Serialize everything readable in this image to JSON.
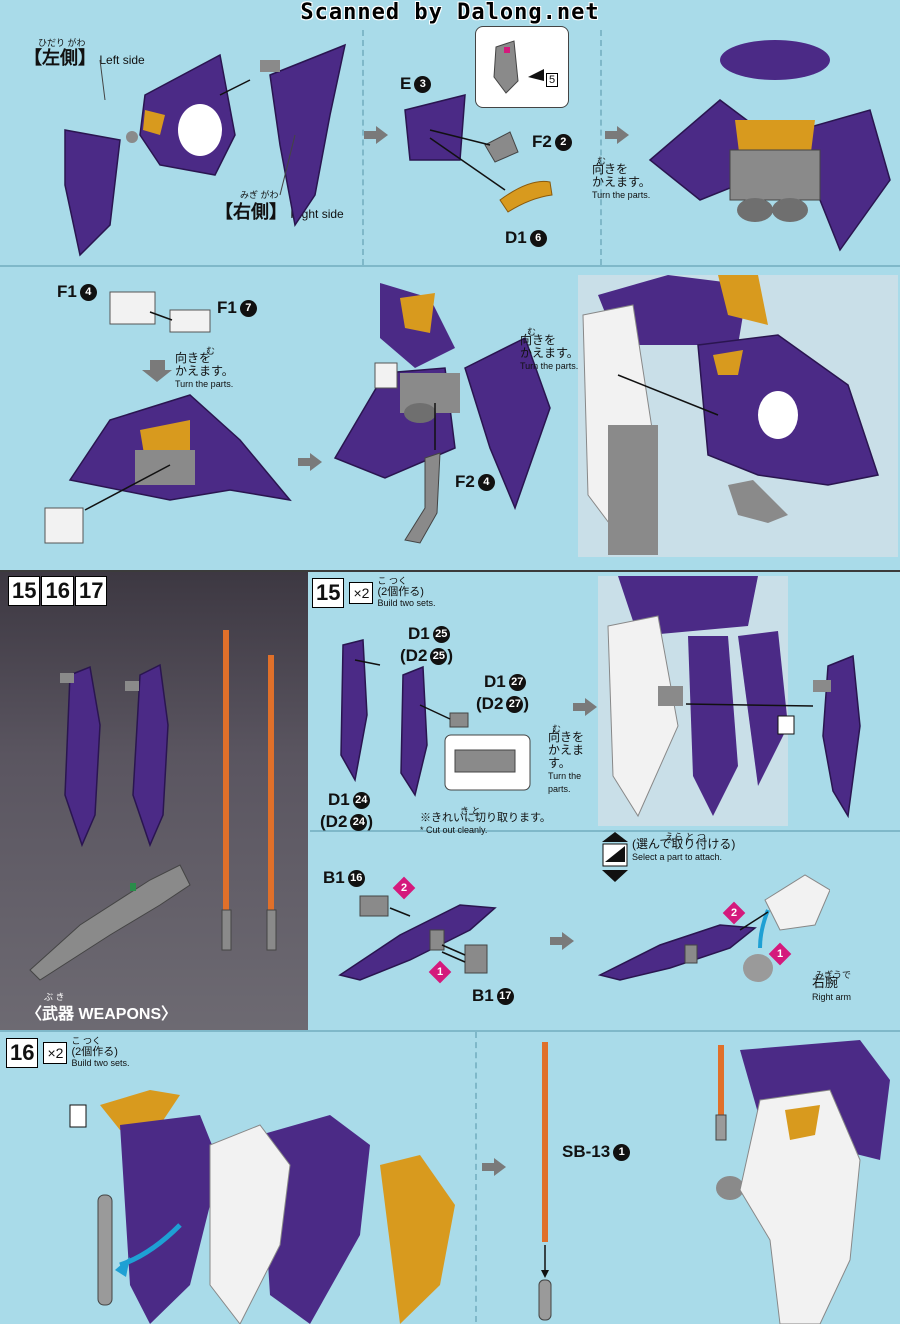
{
  "watermark": "Scanned by Dalong.net",
  "step_top_left": {
    "left_ruby": "ひだり がわ",
    "left_jp": "【左側】",
    "left_en": "Left side",
    "right_ruby": "みぎ がわ",
    "right_jp": "【右側】",
    "right_en": "Right side"
  },
  "step_top_mid": {
    "e_part": "E",
    "e_num": "3",
    "bubble_num": "5",
    "f2_part": "F2",
    "f2_num": "2",
    "d1_part": "D1",
    "d1_num": "6"
  },
  "turn_parts": {
    "ruby": "む",
    "jp1": "向きを",
    "jp2": "かえます。",
    "en": "Turn the parts."
  },
  "step_row2": {
    "f1a_part": "F1",
    "f1a_num": "4",
    "f1b_part": "F1",
    "f1b_num": "7",
    "f2_part": "F2",
    "f2_num": "4"
  },
  "section_steps": {
    "left_steps": [
      "15",
      "16",
      "17"
    ],
    "step15": "15",
    "step15_x2": "×2",
    "step15_ruby": "こ つく",
    "step15_jp": "(2個作る)",
    "step15_en": "Build two sets.",
    "weapons": "〈武器 WEAPONS〉",
    "weapons_ruby": "ぶ き"
  },
  "step15_parts": {
    "d1_25": "D1",
    "d1_25_num": "25",
    "d2_25": "(D2",
    "d2_25_num": "25",
    "d1_27": "D1",
    "d1_27_num": "27",
    "d2_27": "(D2",
    "d2_27_num": "27",
    "d1_24": "D1",
    "d1_24_num": "24",
    "d2_24": "(D2",
    "d2_24_num": "24",
    "turn_en": "Turn the parts.",
    "cut_ruby": "き と",
    "cut_jp": "※きれいに切り取ります。",
    "cut_en": "* Cut out cleanly."
  },
  "select_part": {
    "ruby": "えら と つ",
    "jp": "(選んで取り付ける)",
    "en": "Select a part to attach."
  },
  "step15b": {
    "b1_16": "B1",
    "b1_16_num": "16",
    "b1_17": "B1",
    "b1_17_num": "17",
    "mark1": "1",
    "mark2": "2",
    "right_arm_ruby": "みぎうで",
    "right_arm_jp": "右腕",
    "right_arm_en": "Right arm"
  },
  "step16": {
    "step": "16",
    "x2": "×2",
    "ruby": "こ つく",
    "jp": "(2個作る)",
    "en": "Build two sets.",
    "sb_part": "SB-13",
    "sb_num": "1"
  },
  "colors": {
    "background": "#a9dbe9",
    "purple": "#4b2a86",
    "gold": "#d89a1e",
    "white_part": "#f2f2f2",
    "gray_part": "#8a8a8a",
    "beam": "#e0702a"
  }
}
